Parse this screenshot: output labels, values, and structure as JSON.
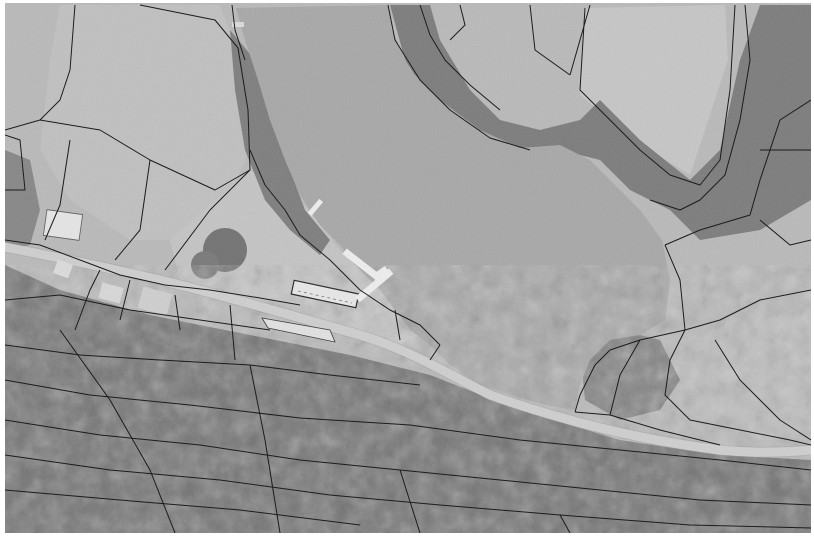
{
  "map": {
    "style": "grayscale-aerial-orthophoto-with-cadastral-parcels",
    "features": [
      "lake",
      "road",
      "woodland",
      "meadow",
      "buildings",
      "boat-docks",
      "parcel-boundaries"
    ],
    "colors": {
      "frame": "#ffffff",
      "meadow": "#b9b9b9",
      "lake": "#a7a7a7",
      "forest": "#6f6f6f",
      "road": "#ececec",
      "parcel_line": "#1c1c1c",
      "building": "#e6e6e6"
    }
  }
}
